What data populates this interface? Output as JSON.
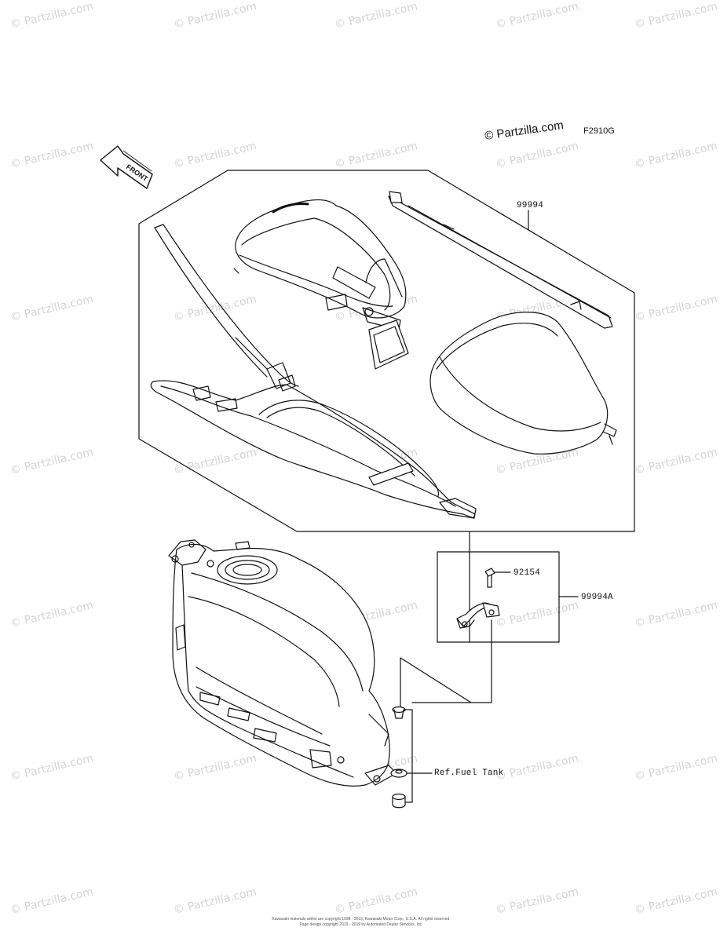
{
  "watermark": "© Partzilla.com",
  "figure_code": "F2910G",
  "copyright_mark": "© Partzilla.com",
  "front_label": "FRONT",
  "callouts": {
    "kit": "99994",
    "bolt": "92154",
    "bracket_kit": "99994A",
    "ref_tank": "Ref.Fuel Tank"
  },
  "footer": {
    "line1": "Kawasaki materials within are copyright 1998 - 2019, Kawasaki Motor Corp., U.S.A. All rights reserved.",
    "line2": "Page design copyright 2019 - 2019 by Automated Dealer Services, Inc."
  }
}
